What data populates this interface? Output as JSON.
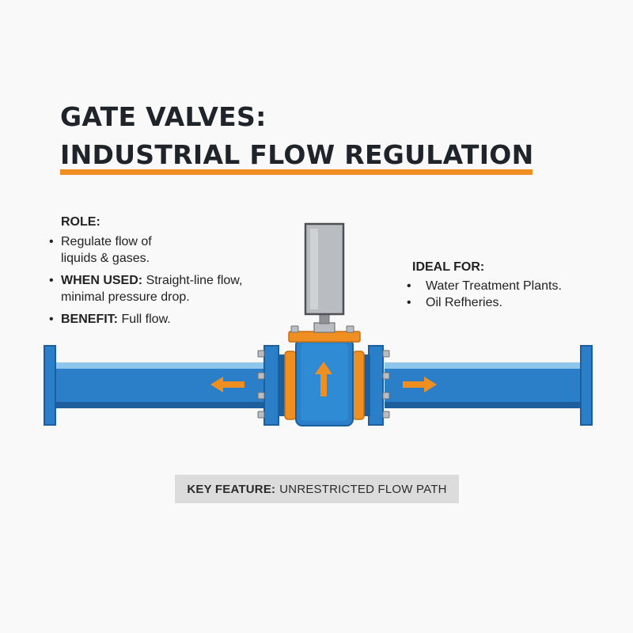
{
  "title": {
    "line1": "GATE VALVES:",
    "line2": "INDUSTRIAL FLOW REGULATION"
  },
  "role": {
    "heading": "ROLE:",
    "items": [
      {
        "label": "",
        "text": "Regulate flow of liquids & gases."
      },
      {
        "label": "WHEN USED:",
        "text": "Straight-line flow, minimal pressure drop."
      },
      {
        "label": "BENEFIT:",
        "text": "Full flow."
      }
    ]
  },
  "ideal_for": {
    "heading": "IDEAL FOR:",
    "items": [
      "Water Treatment Plants.",
      "Oil Refheries."
    ]
  },
  "key_feature": {
    "label": "KEY FEATURE:",
    "text": "UNRESTRICTED FLOW PATH"
  },
  "colors": {
    "pipe": "#2a7fc8",
    "pipe_dark": "#1c5f9c",
    "accent_orange": "#ef8f22",
    "actuator": "#b9bcc0",
    "title_text": "#1e2429",
    "banner": "#dcdcdc"
  },
  "icons": {
    "flow_left": "arrow-left-icon",
    "flow_up": "arrow-up-icon",
    "flow_right": "arrow-right-icon"
  }
}
